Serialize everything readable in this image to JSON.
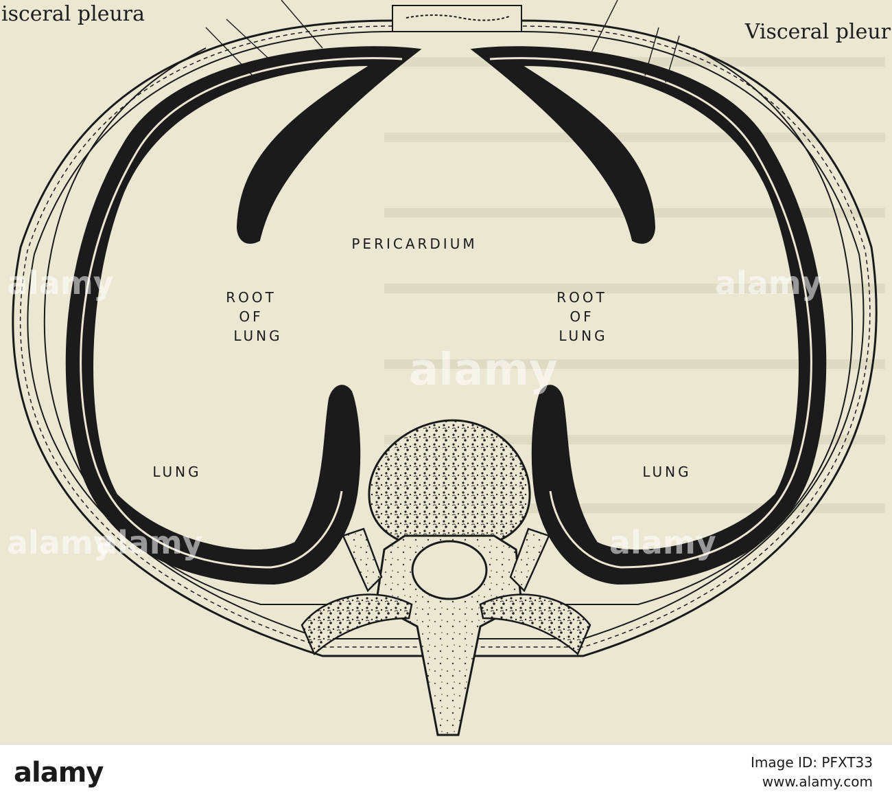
{
  "labels": {
    "visceral_left": "isceral pleura",
    "visceral_right": "Visceral pleur",
    "pericardium": "PERICARDIUM",
    "root_left": [
      "ROOT",
      "OF",
      "LUNG"
    ],
    "root_right": [
      "ROOT",
      "OF",
      "LUNG"
    ],
    "lung_left": "LUNG",
    "lung_right": "LUNG"
  },
  "watermark": {
    "text": "alamy"
  },
  "footer": {
    "logo": "alamy",
    "image_id": "Image ID: PFXT33",
    "site": "www.alamy.com"
  },
  "colors": {
    "paper": "#ece7d2",
    "ink": "#1a1a1a",
    "watermark": "#ffffff"
  }
}
